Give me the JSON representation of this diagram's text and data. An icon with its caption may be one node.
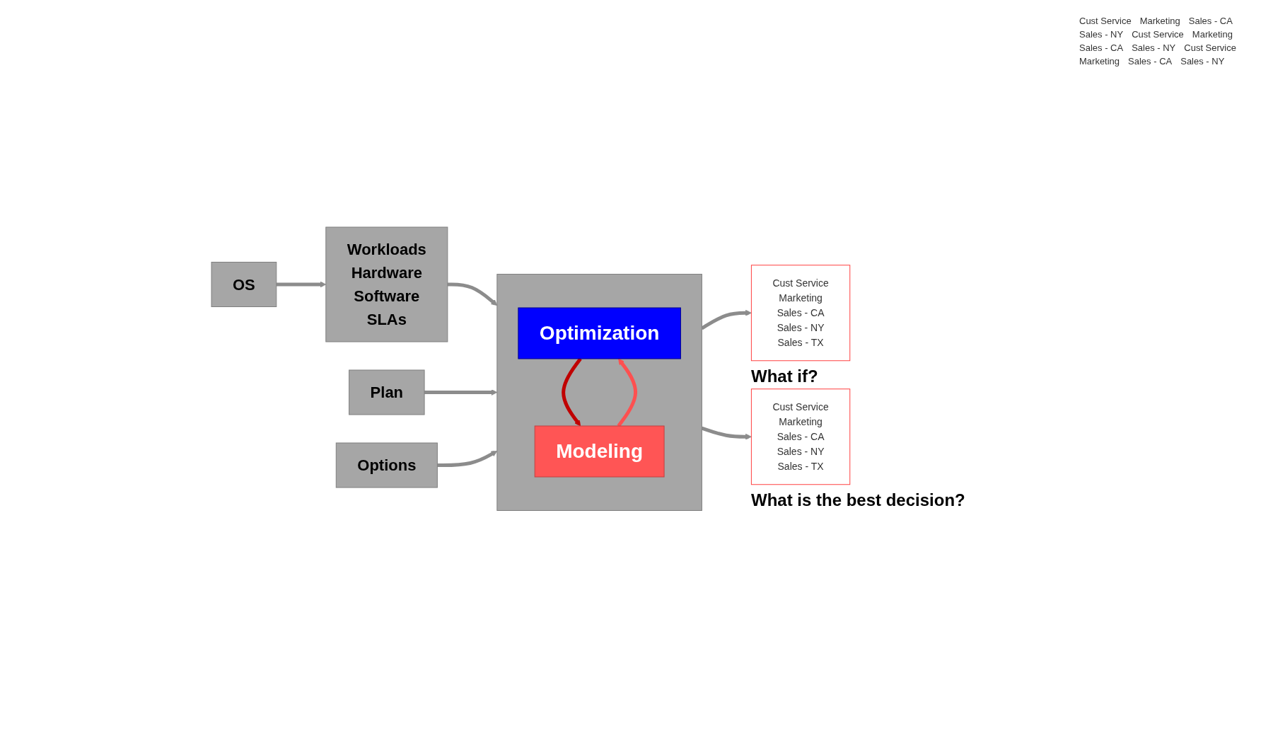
{
  "diagram": {
    "nodes": [
      {
        "text": [
          "Workloads",
          "Hardware",
          "Software",
          "SLAs"
        ]
      },
      {
        "text": [
          "OS"
        ]
      },
      {
        "text": [],
        "shape": "box"
      },
      {
        "text": [
          "Optimization"
        ],
        "in": 2
      },
      {
        "text": [
          "Modeling"
        ],
        "in": 2
      },
      {
        "text": [
          "Plan"
        ]
      },
      {
        "text": [
          "Options"
        ]
      },
      {
        "text": [
          "Cust Service",
          "Marketing",
          "Sales - CA",
          "Sales - NY",
          "Sales - TX"
        ],
        "beside": [
          "What if?"
        ]
      },
      {
        "text": [
          "Cust Service",
          "Marketing",
          "Sales - CA",
          "Sales - NY",
          "Sales - TX"
        ],
        "beside": [
          "What is the best decision?"
        ]
      }
    ],
    "edges": [
      {
        "from": 1,
        "to": 0,
        "arrow": "to"
      },
      {
        "from": 0,
        "to": 2,
        "arrow": "to"
      },
      {
        "from": 3,
        "to": 4,
        "arrow": "to",
        "color": "#c00000"
      },
      {
        "from": 4,
        "to": 3,
        "arrow": "to",
        "color": "#ff5050"
      },
      {
        "from": 5,
        "to": 2,
        "arrow": "to"
      },
      {
        "from": 6,
        "to": 2,
        "arrow": "to"
      },
      {
        "from": 2,
        "to": 7,
        "arrow": "to"
      },
      {
        "from": 2,
        "to": 8,
        "arrow": "to"
      }
    ],
    "labels": [
      "Cust Service",
      "Marketing",
      "Sales - CA",
      "Sales - NY",
      "Cust Service",
      "Marketing",
      "Sales - CA",
      "Sales - NY",
      "Cust Service",
      "Marketing",
      "Sales - CA",
      "Sales - NY"
    ]
  }
}
